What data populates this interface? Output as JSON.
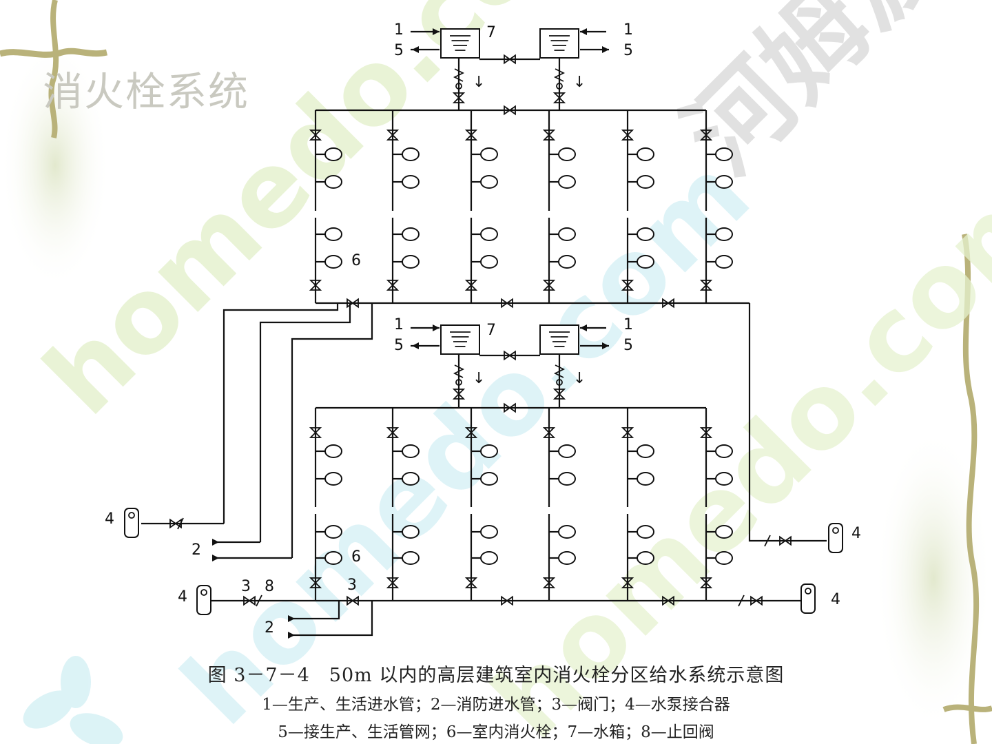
{
  "slide": {
    "title": "消火栓系统",
    "watermark_latin": "homedo.com",
    "watermark_cn": "河姆渡"
  },
  "figure": {
    "caption_title": "图 3－7－4　50m 以内的高层建筑室内消火栓分区给水系统示意图",
    "legend_line1": "1—生产、生活进水管；2—消防进水管；3—阀门；4—水泵接合器",
    "legend_line2": "5—接生产、生活管网；6—室内消火栓；7—水箱；8—止回阀"
  },
  "labels": {
    "n1": "1",
    "n2": "2",
    "n3": "3",
    "n4": "4",
    "n5": "5",
    "n6": "6",
    "n7": "7",
    "n8": "8",
    "check_mark": "↓"
  },
  "colors": {
    "line": "#111111",
    "watermark_green": "#e6f2cf",
    "watermark_cyan": "#d9f2f6",
    "watermark_gray": "#dedede",
    "vine": "#b9b27a",
    "title": "#c9c9c0"
  }
}
